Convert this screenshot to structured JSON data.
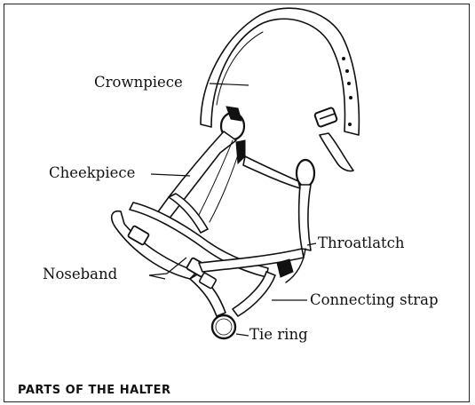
{
  "labels": {
    "crownpiece": "Crownpiece",
    "cheekpiece": "Cheekpiece",
    "throatlatch": "Throatlatch",
    "noseband": "Noseband",
    "connecting_strap": "Connecting strap",
    "tie_ring": "Tie ring"
  },
  "caption": "PARTS OF THE HALTER"
}
